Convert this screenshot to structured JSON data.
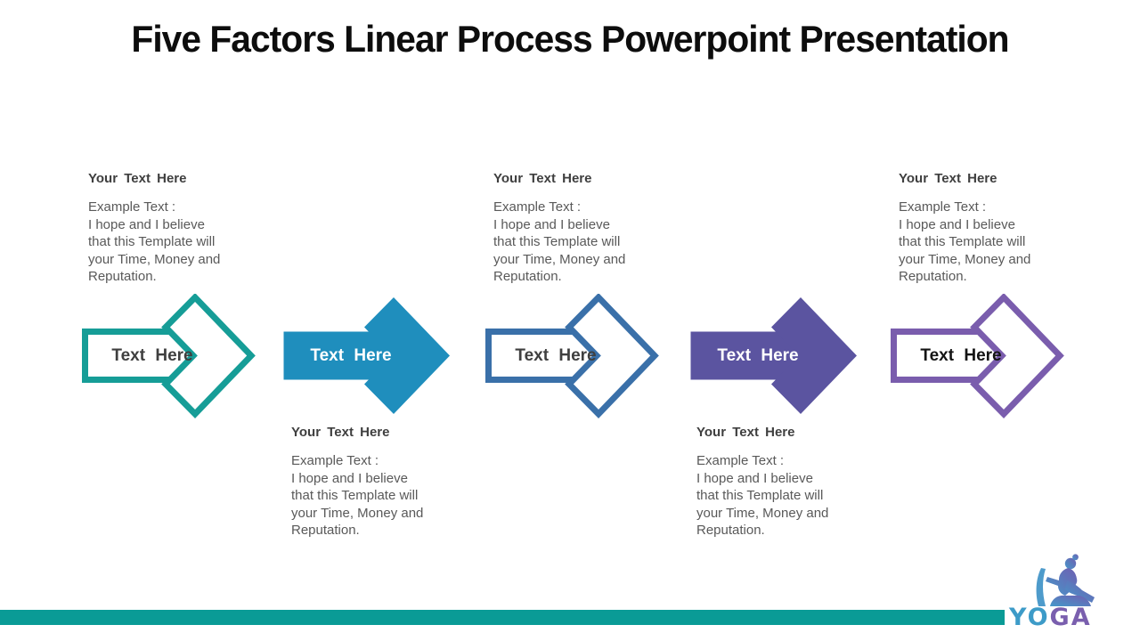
{
  "title": "Five Factors Linear Process Powerpoint Presentation",
  "steps": [
    {
      "label": "Text Here",
      "fill_style": "outline",
      "color": "#169D97",
      "label_color": "#3F3F3F",
      "note_position": "above",
      "note": {
        "heading": "Your Text Here",
        "body": "Example Text :\nI hope and I believe\nthat this Template will\nyour Time, Money and\nReputation."
      }
    },
    {
      "label": "Text Here",
      "fill_style": "solid",
      "color": "#1F8EBD",
      "label_color": "#FFFFFF",
      "note_position": "below",
      "note": {
        "heading": "Your Text Here",
        "body": "Example Text :\nI hope and I believe\nthat this Template will\nyour Time, Money and\nReputation."
      }
    },
    {
      "label": "Text Here",
      "fill_style": "outline",
      "color": "#3A70A9",
      "label_color": "#3F3F3F",
      "note_position": "above",
      "note": {
        "heading": "Your Text Here",
        "body": "Example Text :\nI hope and I believe\nthat this Template will\nyour Time, Money and\nReputation."
      }
    },
    {
      "label": "Text Here",
      "fill_style": "solid",
      "color": "#5B54A0",
      "label_color": "#FFFFFF",
      "note_position": "below",
      "note": {
        "heading": "Your Text Here",
        "body": "Example Text :\nI hope and I believe\nthat this Template will\nyour Time, Money and\nReputation."
      }
    },
    {
      "label": "Text Here",
      "fill_style": "outline",
      "color": "#7A5DAD",
      "label_color": "#141414",
      "note_position": "above",
      "note": {
        "heading": "Your Text Here",
        "body": "Example Text :\nI hope and I believe\nthat this Template will\nyour Time, Money and\nReputation."
      }
    }
  ],
  "footer": {
    "bar_color": "#0A9B96",
    "logo": {
      "part1": "YO",
      "part1_color": "#3D9BC8",
      "part2": "GA",
      "part2_color": "#7A5FAE",
      "figure_color_start": "#4598C9",
      "figure_color_end": "#6F5FB2",
      "leaf_color": "#4E9BCB"
    }
  }
}
